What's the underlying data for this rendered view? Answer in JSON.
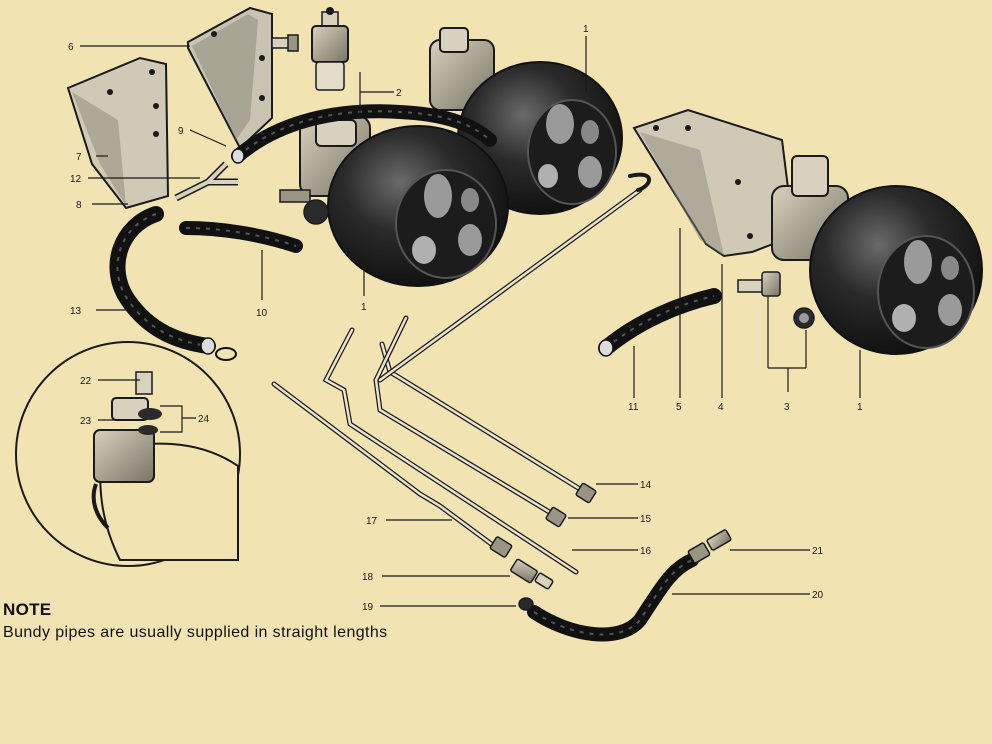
{
  "background": "#f2e3b3",
  "ink": "#1a1a1a",
  "callouts": [
    {
      "id": "c6",
      "label": "6"
    },
    {
      "id": "c1a",
      "label": "1"
    },
    {
      "id": "c2",
      "label": "2"
    },
    {
      "id": "c9",
      "label": "9"
    },
    {
      "id": "c7",
      "label": "7"
    },
    {
      "id": "c12",
      "label": "12"
    },
    {
      "id": "c8",
      "label": "8"
    },
    {
      "id": "c10",
      "label": "10"
    },
    {
      "id": "c1b",
      "label": "1"
    },
    {
      "id": "c13",
      "label": "13"
    },
    {
      "id": "c11",
      "label": "11"
    },
    {
      "id": "c5",
      "label": "5"
    },
    {
      "id": "c4",
      "label": "4"
    },
    {
      "id": "c3",
      "label": "3"
    },
    {
      "id": "c1c",
      "label": "1"
    },
    {
      "id": "c22",
      "label": "22"
    },
    {
      "id": "c23",
      "label": "23"
    },
    {
      "id": "c24",
      "label": "24"
    },
    {
      "id": "c14",
      "label": "14"
    },
    {
      "id": "c15",
      "label": "15"
    },
    {
      "id": "c17",
      "label": "17"
    },
    {
      "id": "c16",
      "label": "16"
    },
    {
      "id": "c18",
      "label": "18"
    },
    {
      "id": "c21",
      "label": "21"
    },
    {
      "id": "c19",
      "label": "19"
    },
    {
      "id": "c20",
      "label": "20"
    }
  ],
  "note": {
    "title": "NOTE",
    "text": "Bundy pipes are usually supplied in straight lengths"
  }
}
